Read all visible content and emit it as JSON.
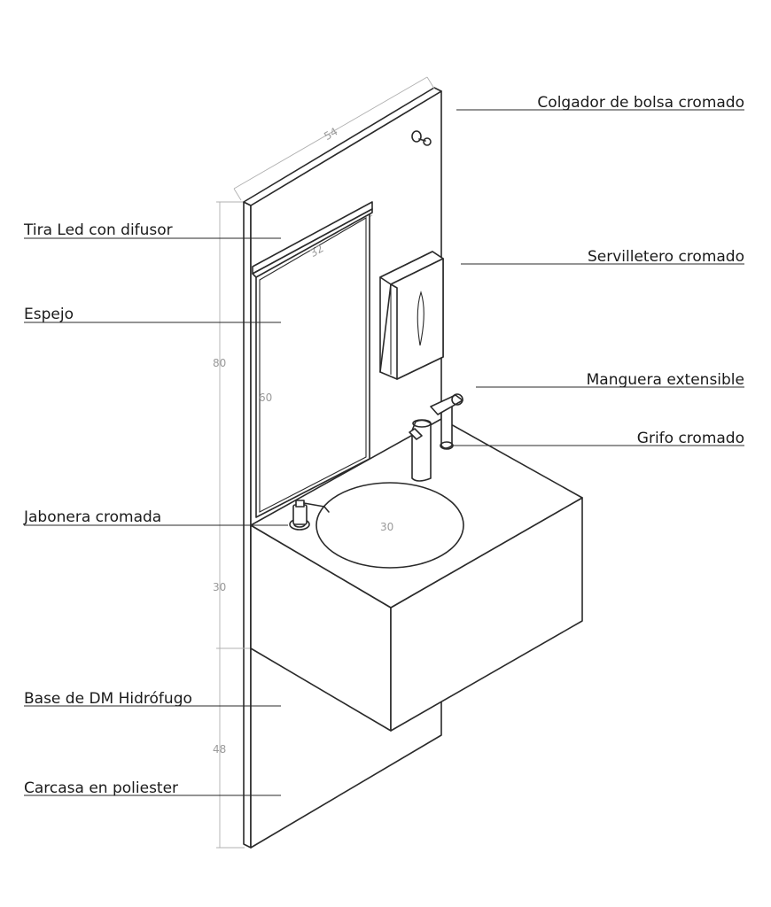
{
  "labels": {
    "colgador": "Colgador de bolsa cromado",
    "tira_led": "Tira Led con difusor",
    "servilletero": "Servilletero cromado",
    "espejo": "Espejo",
    "manguera": "Manguera extensible",
    "grifo": "Grifo cromado",
    "jabonera": "Jabonera cromada",
    "base": "Base de DM Hidrófugo",
    "carcasa": "Carcasa en poliester"
  },
  "dimensions": {
    "panel_width": "54",
    "mirror_width": "32",
    "panel_height": "80",
    "mirror_height": "60",
    "basin_diameter": "30",
    "counter_height": "30",
    "base_height": "48"
  }
}
